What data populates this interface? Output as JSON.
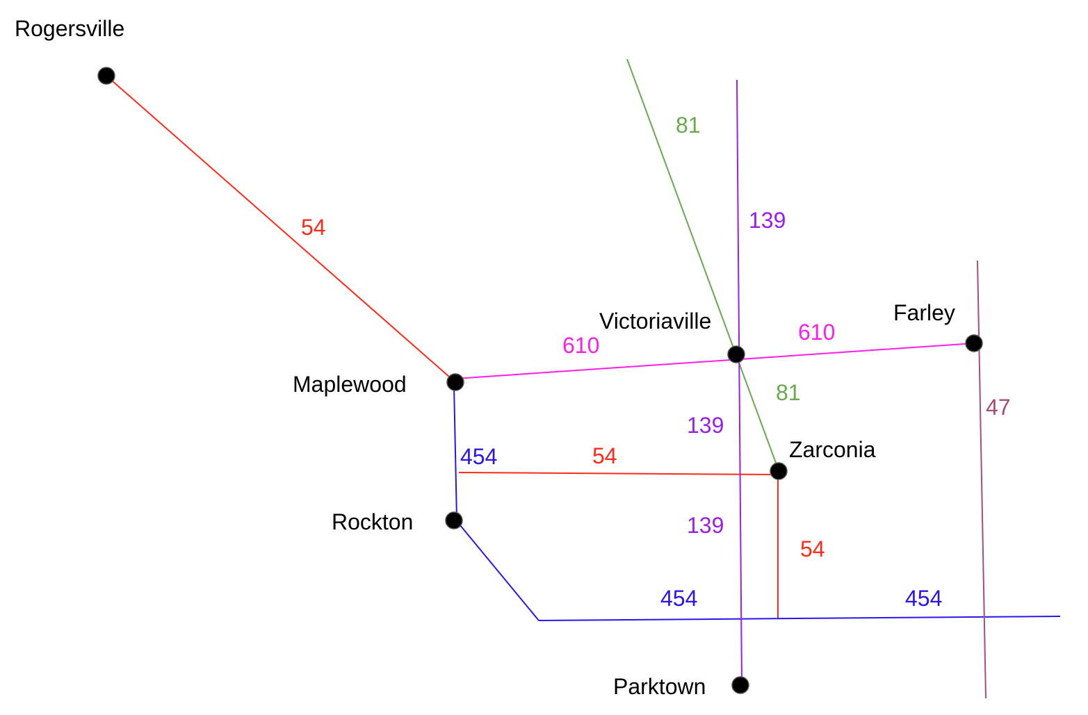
{
  "colors": {
    "route_54": "#ff2a1a",
    "route_610": "#ff1ee8",
    "route_454": "#2a14f0",
    "route_81": "#6aa84f",
    "route_139": "#9b1ef0",
    "route_47": "#a64d79"
  },
  "towns": {
    "rogersville": "Rogersville",
    "maplewood": "Maplewood",
    "rockton": "Rockton",
    "victoriaville": "Victoriaville",
    "farley": "Farley",
    "zarconia": "Zarconia",
    "parktown": "Parktown"
  },
  "routes": {
    "r54_a": "54",
    "r54_b": "54",
    "r54_c": "54",
    "r610_a": "610",
    "r610_b": "610",
    "r454_a": "454",
    "r454_b": "454",
    "r454_c": "454",
    "r81_a": "81",
    "r81_b": "81",
    "r139_a": "139",
    "r139_b": "139",
    "r139_c": "139",
    "r47": "47"
  }
}
